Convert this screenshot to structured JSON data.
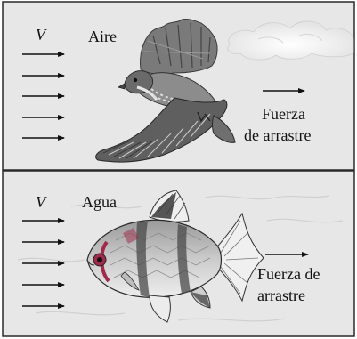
{
  "panels": [
    {
      "velocity_symbol": "V",
      "medium": "Aire",
      "drag_label_lines": [
        "Fuerza",
        "de arrastre"
      ]
    },
    {
      "velocity_symbol": "V",
      "medium": "Agua",
      "drag_label_lines": [
        "Fuerza de",
        "arrastre"
      ]
    }
  ],
  "colors": {
    "panel_fill": "#e7e7e7",
    "border": "#2a2a2a",
    "arrow": "#111111",
    "bird": "#6e6e6e",
    "fish": "#b8b8b8",
    "fish_gill": "#a02a4a",
    "cloud": "#f4f4f4"
  }
}
